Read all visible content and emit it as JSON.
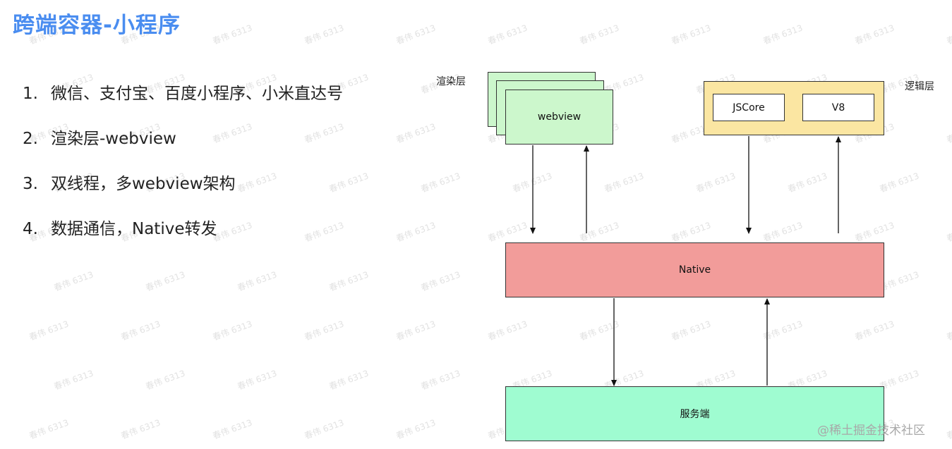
{
  "title": "跨端容器-小程序",
  "bullets": [
    {
      "num": "1.",
      "text": "微信、支付宝、百度小程序、小米直达号"
    },
    {
      "num": "2.",
      "text": "渲染层-webview"
    },
    {
      "num": "3.",
      "text": "双线程，多webview架构"
    },
    {
      "num": "4.",
      "text": "数据通信，Native转发"
    }
  ],
  "diagram": {
    "render_layer_label": "渲染层",
    "logic_layer_label": "逻辑层",
    "webview_label": "webview",
    "jscore_label": "JSCore",
    "v8_label": "V8",
    "native_label": "Native",
    "server_label": "服务端"
  },
  "watermark": "春伟 6313",
  "brand_watermark": "@稀土掘金技术社区",
  "colors": {
    "title": "#4a8df0",
    "webview": "#ccf7cc",
    "logic": "#fbe6a2",
    "native": "#f29c9a",
    "server": "#9ffcd1"
  }
}
